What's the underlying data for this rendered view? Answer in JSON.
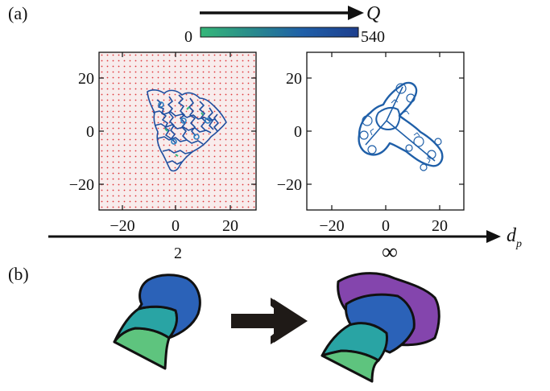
{
  "panel_a": {
    "label": "(a)",
    "q_label": "Q",
    "colorbar": {
      "min_label": "0",
      "max_label": "540",
      "colors": [
        "#35b779",
        "#2c728e",
        "#1f4f9c",
        "#1e3f8e"
      ]
    },
    "dp_label": "d",
    "dp_subscript": "p",
    "left_plot": {
      "dp_value": "2",
      "xticks": [
        "−20",
        "0",
        "20"
      ],
      "yticks": [
        "20",
        "0",
        "−20"
      ],
      "grid_dot_color": "#e0363a",
      "background": "#f8e9e9"
    },
    "right_plot": {
      "dp_value": "∞",
      "xticks": [
        "−20",
        "0",
        "20"
      ],
      "yticks": [
        "20",
        "0",
        "−20"
      ]
    }
  },
  "panel_b": {
    "label": "(b)",
    "colors": {
      "green": "#5ec47e",
      "teal": "#29a4a4",
      "blue": "#2b62b8",
      "purple": "#8445ad"
    }
  }
}
